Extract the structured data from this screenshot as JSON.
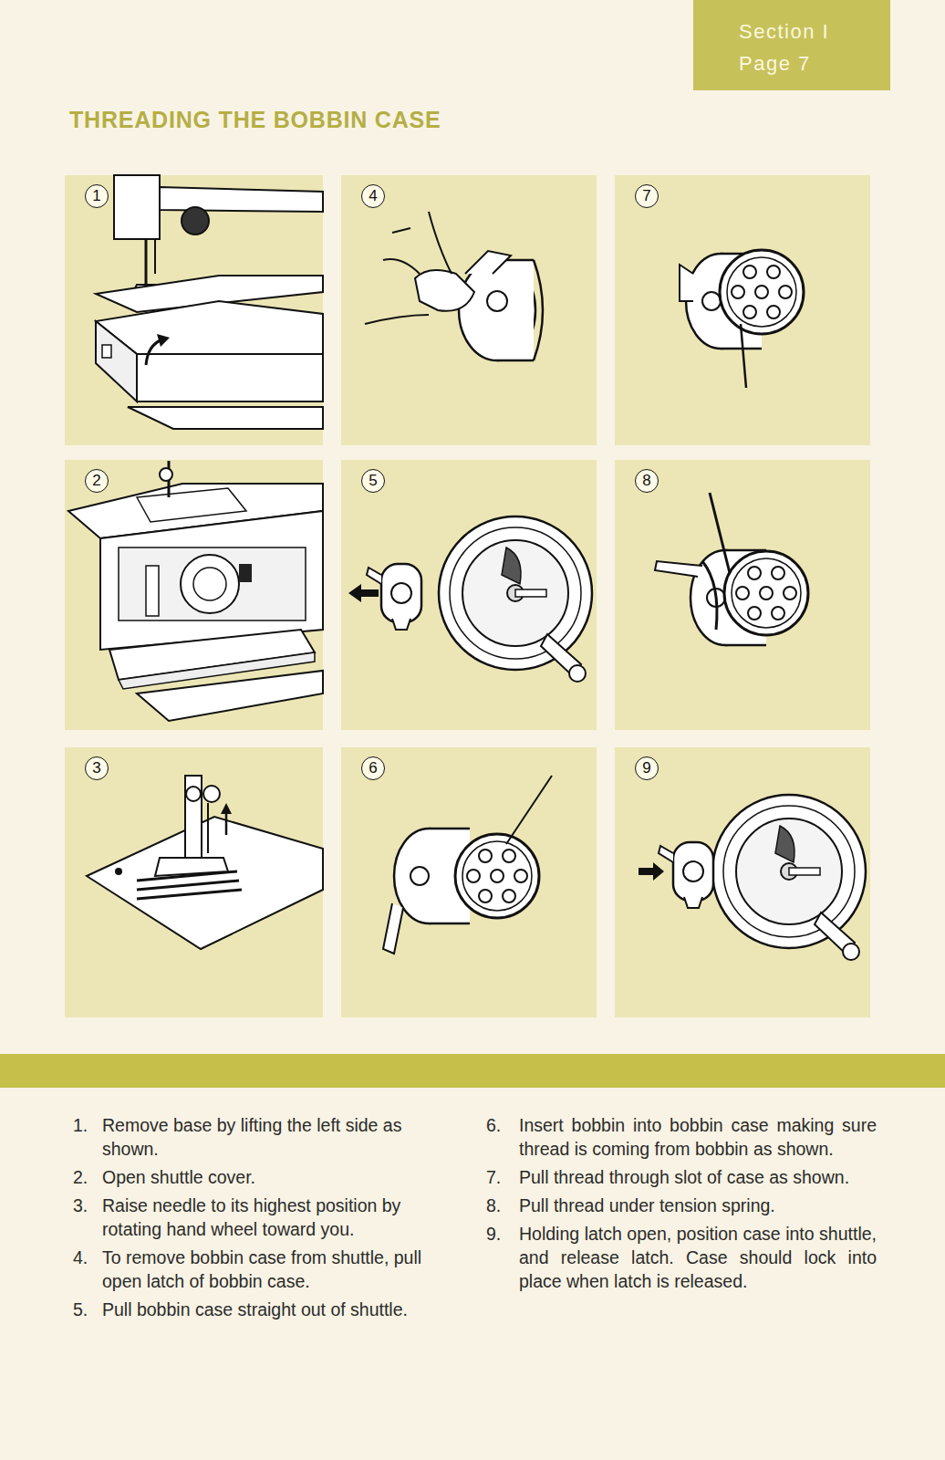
{
  "diagram": {
    "title": "THREADING THE BOBBIN CASE",
    "nodes": [
      {
        "text": [
          "Section I",
          "Page 7"
        ]
      },
      {
        "text": [
          "1"
        ]
      },
      {
        "text": [
          "2"
        ]
      },
      {
        "text": [
          "3"
        ]
      },
      {
        "text": [
          "4"
        ]
      },
      {
        "text": [
          "5"
        ]
      },
      {
        "text": [
          "6"
        ]
      },
      {
        "text": [
          "7"
        ]
      },
      {
        "text": [
          "8"
        ]
      },
      {
        "text": [
          "9"
        ]
      }
    ],
    "labels": [
      "1.",
      "Remove base by lifting the left side as shown.",
      "2.",
      "Open shuttle cover.",
      "3.",
      "Raise needle to its highest position by rotating hand wheel toward you.",
      "4.",
      "To remove bobbin case from shuttle, pull open latch of bobbin case.",
      "5.",
      "Pull bobbin case straight out of shuttle.",
      "6.",
      "Insert bobbin into bobbin case making sure thread is coming from bobbin as shown.",
      "7.",
      "Pull thread through slot of case as shown.",
      "8.",
      "Pull thread under tension spring.",
      "9.",
      "Holding latch open, position case into shuttle, and release latch. Case should lock into place when latch is released."
    ]
  }
}
